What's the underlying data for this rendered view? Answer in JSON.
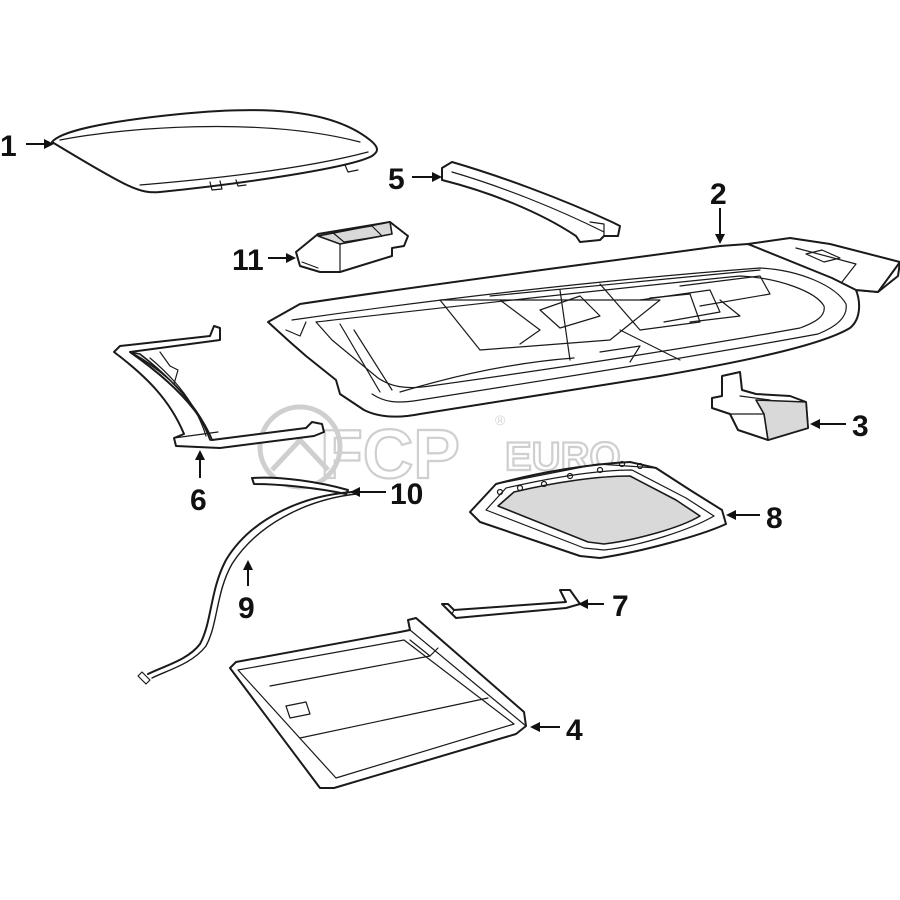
{
  "diagram": {
    "callouts": [
      {
        "id": "1",
        "label": "1"
      },
      {
        "id": "2",
        "label": "2"
      },
      {
        "id": "3",
        "label": "3"
      },
      {
        "id": "4",
        "label": "4"
      },
      {
        "id": "5",
        "label": "5"
      },
      {
        "id": "6",
        "label": "6"
      },
      {
        "id": "7",
        "label": "7"
      },
      {
        "id": "8",
        "label": "8"
      },
      {
        "id": "9",
        "label": "9"
      },
      {
        "id": "10",
        "label": "10"
      },
      {
        "id": "11",
        "label": "11"
      }
    ]
  },
  "watermark": {
    "brand_main": "FCP",
    "brand_sub": "EURO",
    "registered": "®"
  },
  "colors": {
    "line": "#1a1a1a",
    "watermark": "#cfcfcf",
    "background": "#ffffff"
  }
}
